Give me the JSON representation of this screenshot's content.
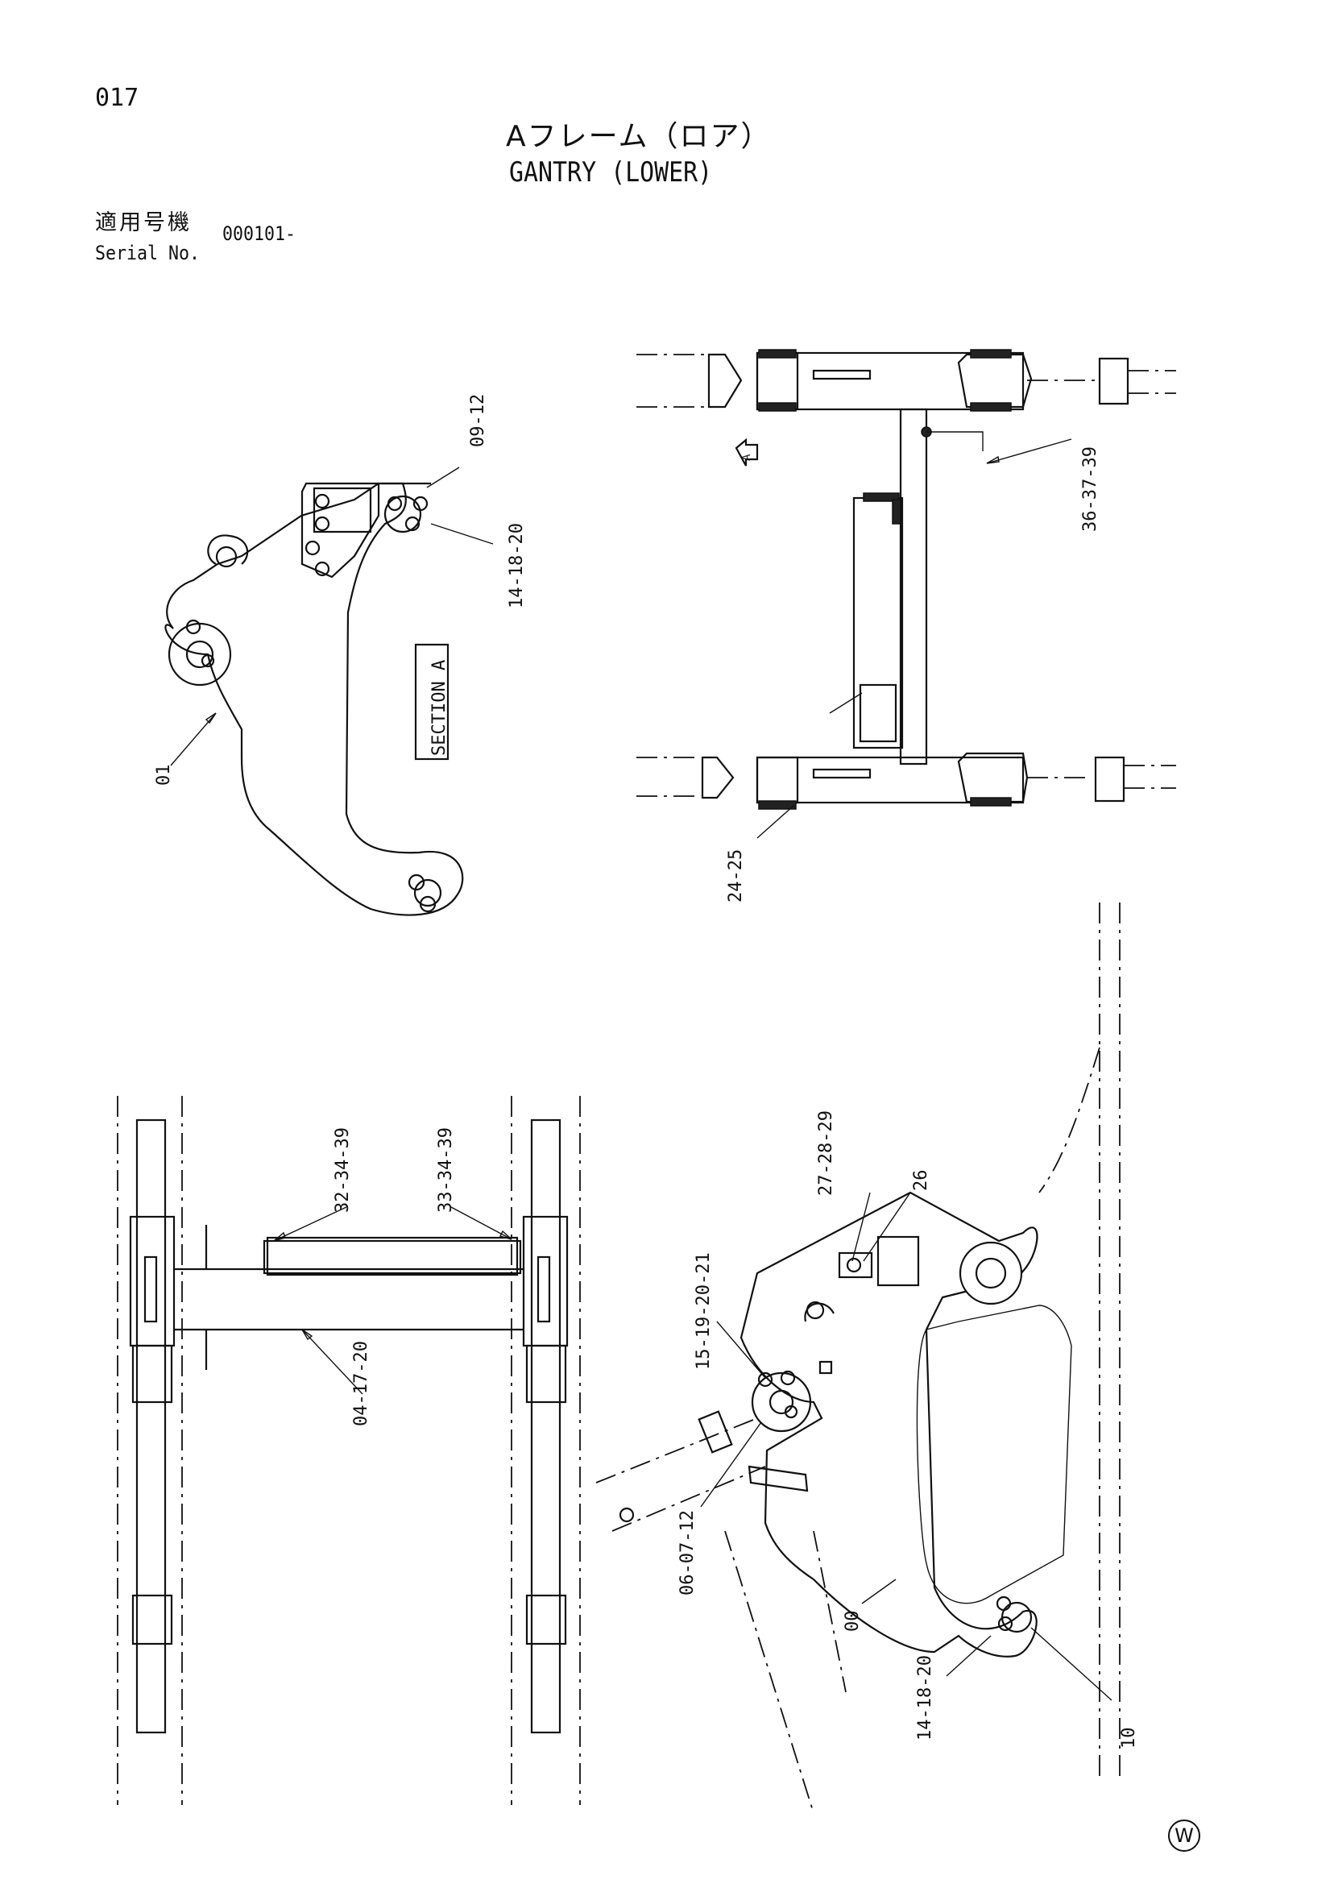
{
  "page_number": "017",
  "title_japanese": "Aフレーム（ロア）",
  "title_english": "GANTRY (LOWER)",
  "serial": {
    "label_japanese": "適用号機",
    "label_english": "Serial No.",
    "value": "000101-"
  },
  "section_label": "SECTION A",
  "view_arrow_label": "A",
  "part_callouts": {
    "c01": "01",
    "c09_12": "09-12",
    "c14_18_20_top": "14-18-20",
    "c36_37_39": "36-37-39",
    "c24_25": "24-25",
    "c32_34_39": "32-34-39",
    "c33_34_39": "33-34-39",
    "c04_17_20": "04-17-20",
    "c27_28_29": "27-28-29",
    "c26": "26",
    "c15_19_20_21": "15-19-20-21",
    "c06_07_12": "06-07-12",
    "c00": "00",
    "c14_18_20_bottom": "14-18-20",
    "c10": "10"
  },
  "corner_mark": "W"
}
